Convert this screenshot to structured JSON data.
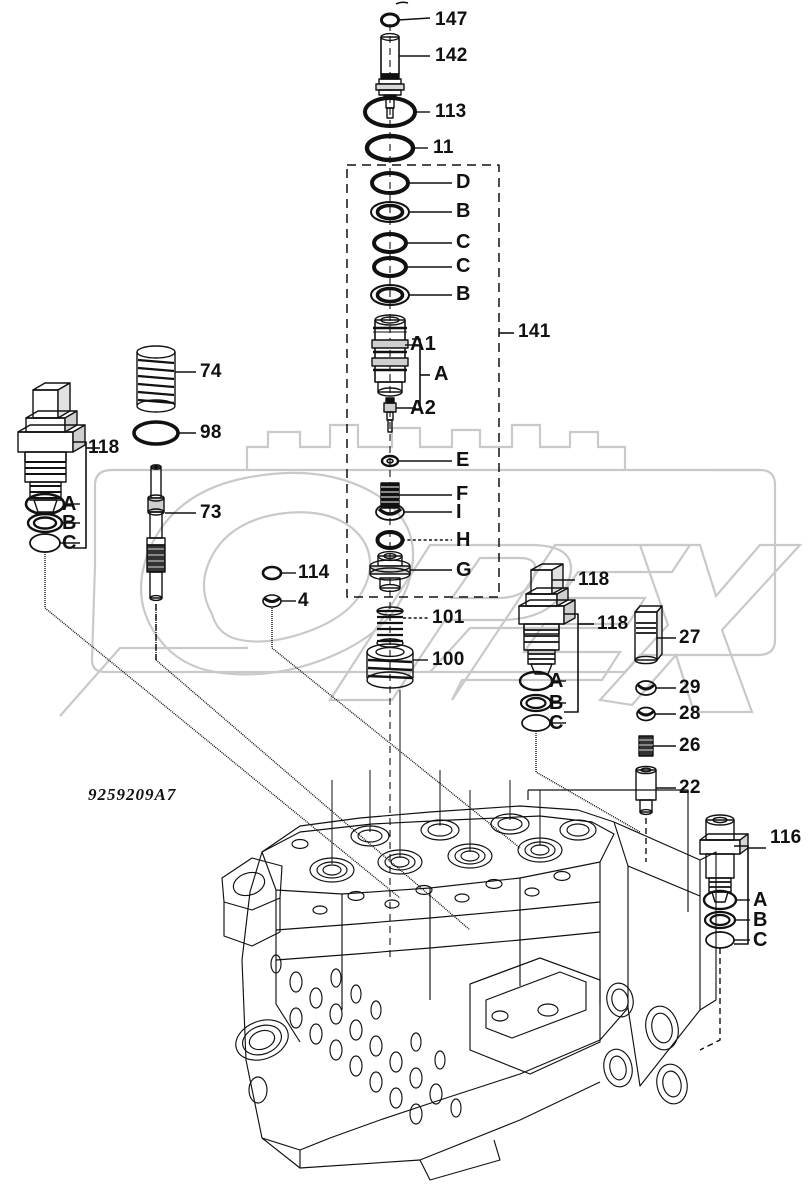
{
  "diagram": {
    "title": "Hydraulic control valve exploded parts diagram",
    "drawing_number": "9259209A7",
    "watermark_text": "OPEX",
    "line_color": "#111111",
    "watermark_color": "#c9c9c9",
    "background_color": "#ffffff"
  },
  "callouts": {
    "c147": "147",
    "c142": "142",
    "c113": "113",
    "c11": "11",
    "cD": "D",
    "cB1": "B",
    "cC1": "C",
    "cC2": "C",
    "cB2": "B",
    "c141": "141",
    "cA1": "A1",
    "cA": "A",
    "cA2": "A2",
    "cE": "E",
    "cF": "F",
    "cI": "I",
    "cH": "H",
    "cG": "G",
    "c101": "101",
    "c100": "100",
    "c74": "74",
    "c98": "98",
    "c73": "73",
    "c118_left": "118",
    "cA_left": "A",
    "cB_left": "B",
    "cC_left": "C",
    "c114": "114",
    "c4": "4",
    "c118_mid_top": "118",
    "c118_mid_bot": "118",
    "cA_mid": "A",
    "cB_mid": "B",
    "cC_mid": "C",
    "c27": "27",
    "c29": "29",
    "c28": "28",
    "c26": "26",
    "c22": "22",
    "c116": "116",
    "cA_right": "A",
    "cB_right": "B",
    "cC_right": "C"
  }
}
